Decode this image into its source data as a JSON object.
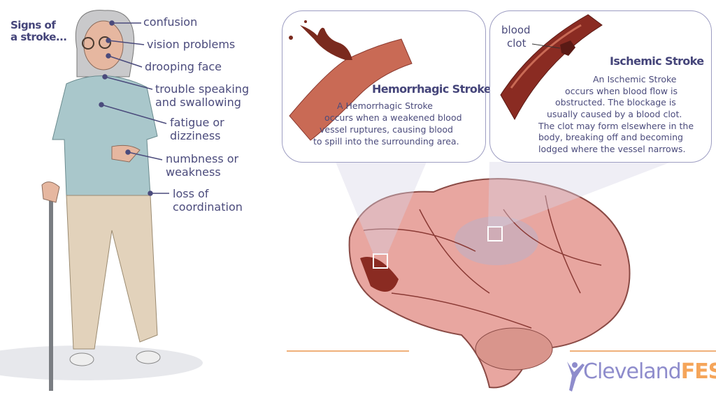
{
  "signs": {
    "title_line1": "Signs of",
    "title_line2": "a stroke...",
    "items": [
      {
        "lines": [
          "confusion"
        ]
      },
      {
        "lines": [
          "vision problems"
        ]
      },
      {
        "lines": [
          "drooping face"
        ]
      },
      {
        "lines": [
          "trouble speaking",
          "and swallowing"
        ]
      },
      {
        "lines": [
          "fatigue or",
          "dizziness"
        ]
      },
      {
        "lines": [
          "numbness or",
          "weakness"
        ]
      },
      {
        "lines": [
          "loss of",
          "coordination"
        ]
      }
    ]
  },
  "hemorrhagic": {
    "heading": "Hemorrhagic Stroke",
    "lines": [
      "A Hemorrhagic Stroke",
      "occurs when a weakened blood",
      "vessel ruptures, causing blood",
      "to spill into the surrounding area."
    ]
  },
  "ischemic": {
    "clot_label_1": "blood",
    "clot_label_2": "clot",
    "heading": "Ischemic Stroke",
    "lines": [
      "An Ischemic Stroke",
      "occurs when blood flow is",
      "obstructed. The blockage is",
      "usually caused by a blood clot.",
      "The clot may form elsewhere in the",
      "body, breaking off and becoming",
      "lodged where the vessel narrows."
    ]
  },
  "logo": {
    "part1": "Cleveland",
    "part2": "FES"
  },
  "colors": {
    "text": "#4b4b7c",
    "accent": "#f5a55a",
    "logo": "#8e8ccc",
    "blood": "#7a2a1e",
    "brain": "#e8a6a0"
  }
}
